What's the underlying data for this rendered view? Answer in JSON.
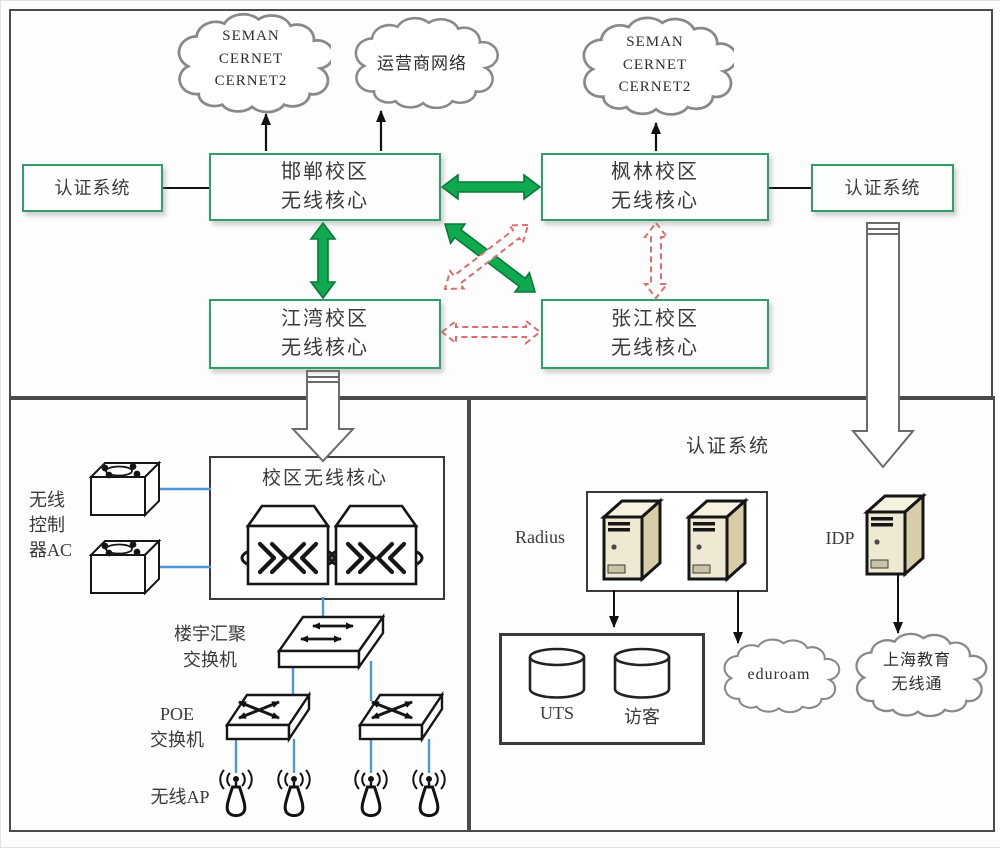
{
  "colors": {
    "campus_box_border_green": "#2f9e68",
    "primary_link_green": "#0fa94f",
    "backup_link_red": "#e06c6c",
    "cable_blue": "#4e97d9",
    "server_beige": "#efe8d2",
    "section_border_gray": "#4b4b4b"
  },
  "top": {
    "clouds": {
      "left": {
        "l1": "SEMAN",
        "l2": "CERNET",
        "l3": "CERNET2"
      },
      "carrier": {
        "label": "运营商网络"
      },
      "right": {
        "l1": "SEMAN",
        "l2": "CERNET",
        "l3": "CERNET2"
      }
    },
    "auth_left": "认证系统",
    "auth_right": "认证系统",
    "handan": {
      "l1": "邯郸校区",
      "l2": "无线核心"
    },
    "fenglin": {
      "l1": "枫林校区",
      "l2": "无线核心"
    },
    "jiangwan": {
      "l1": "江湾校区",
      "l2": "无线核心"
    },
    "zhangjiang": {
      "l1": "张江校区",
      "l2": "无线核心"
    }
  },
  "campus_detail": {
    "core_title": "校区无线核心",
    "ac_label": {
      "l1": "无线",
      "l2": "控制",
      "l3": "器AC"
    },
    "agg_label": {
      "l1": "楼宇汇聚",
      "l2": "交换机"
    },
    "poe_label": {
      "l1": "POE",
      "l2": "交换机"
    },
    "ap_label": "无线AP"
  },
  "auth_detail": {
    "title": "认证系统",
    "radius": "Radius",
    "idp": "IDP",
    "db_uts": "UTS",
    "db_guest": "访客",
    "cloud_eduroam": "eduroam",
    "cloud_shedu": {
      "l1": "上海教育",
      "l2": "无线通"
    }
  }
}
